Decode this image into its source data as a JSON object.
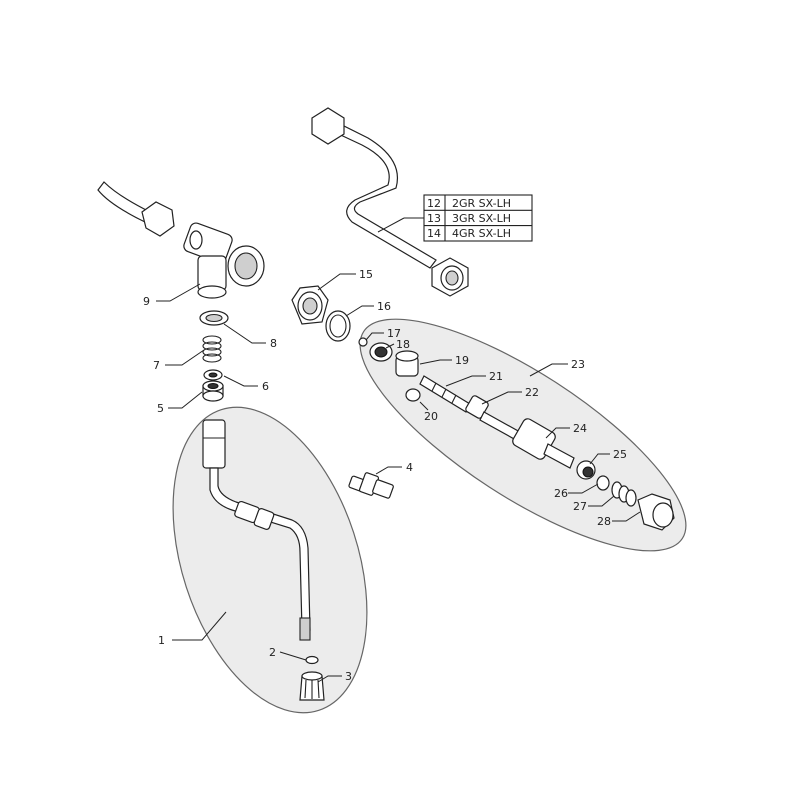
{
  "callouts": [
    "1",
    "2",
    "3",
    "4",
    "5",
    "6",
    "7",
    "8",
    "9",
    "15",
    "16",
    "17",
    "18",
    "19",
    "20",
    "21",
    "22",
    "23",
    "24",
    "25",
    "26",
    "27",
    "28"
  ],
  "variant_table": {
    "rows": [
      {
        "num": "12",
        "desc": "2GR SX-LH"
      },
      {
        "num": "13",
        "desc": "3GR SX-LH"
      },
      {
        "num": "14",
        "desc": "4GR SX-LH"
      }
    ]
  }
}
